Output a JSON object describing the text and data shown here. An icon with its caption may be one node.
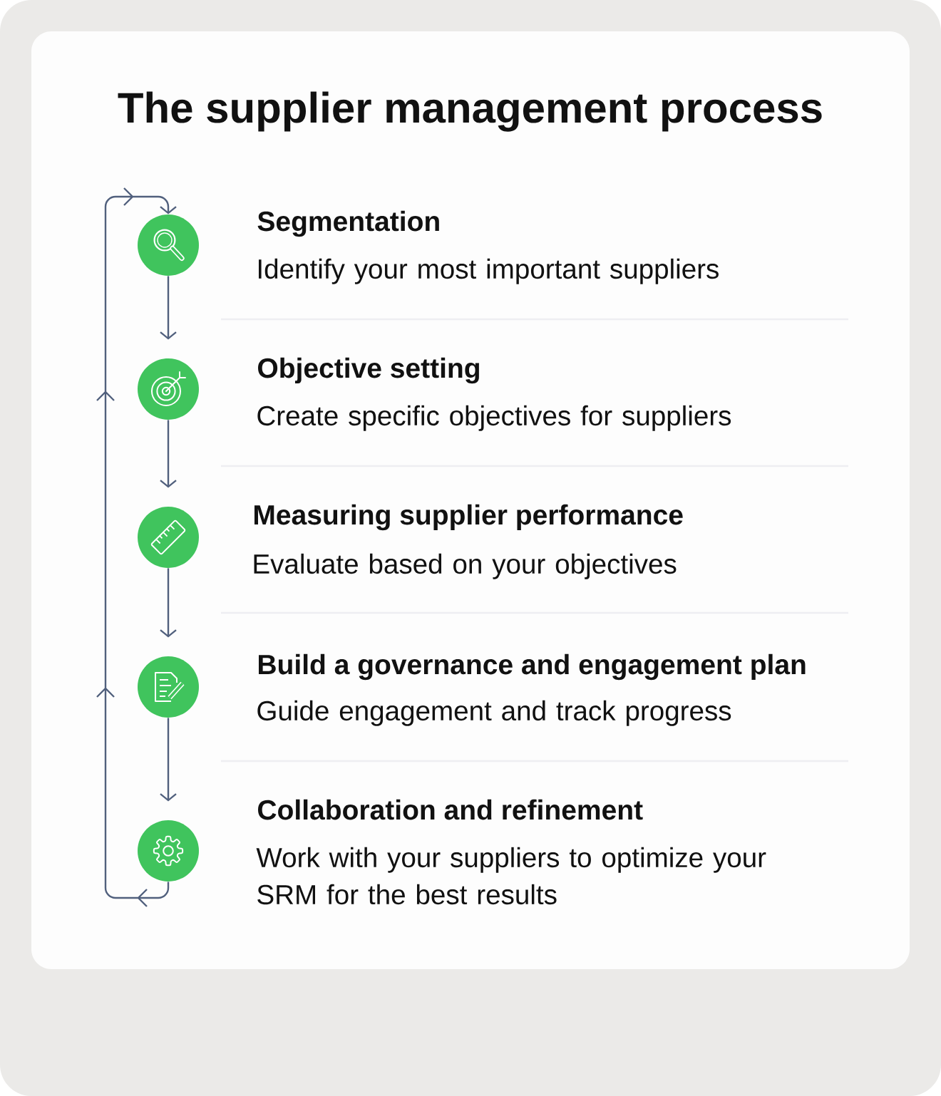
{
  "diagram": {
    "title": "The supplier management process",
    "nodes": [
      {
        "text": [],
        "shape": "circle",
        "beside": [
          "Segmentation",
          "Identify your most important suppliers"
        ]
      },
      {
        "text": [],
        "shape": "circle",
        "beside": [
          "Objective setting",
          "Create specific objectives for suppliers"
        ]
      },
      {
        "text": [],
        "shape": "circle",
        "beside": [
          "Measuring supplier performance",
          "Evaluate based on your objectives"
        ]
      },
      {
        "text": [],
        "shape": "circle",
        "beside": [
          "Build a governance and engagement plan",
          "Guide engagement and track progress"
        ]
      },
      {
        "text": [],
        "shape": "circle",
        "beside": [
          "Collaboration and refinement",
          "Work with your suppliers to optimize your SRM for the best results"
        ]
      }
    ],
    "edges": [
      {
        "from": 0,
        "to": 1,
        "arrow": "to"
      },
      {
        "from": 1,
        "to": 2,
        "arrow": "to"
      },
      {
        "from": 2,
        "to": 3,
        "arrow": "to"
      },
      {
        "from": 3,
        "to": 4,
        "arrow": "to"
      },
      {
        "from": 4,
        "to": 0,
        "arrow": "to"
      }
    ]
  }
}
